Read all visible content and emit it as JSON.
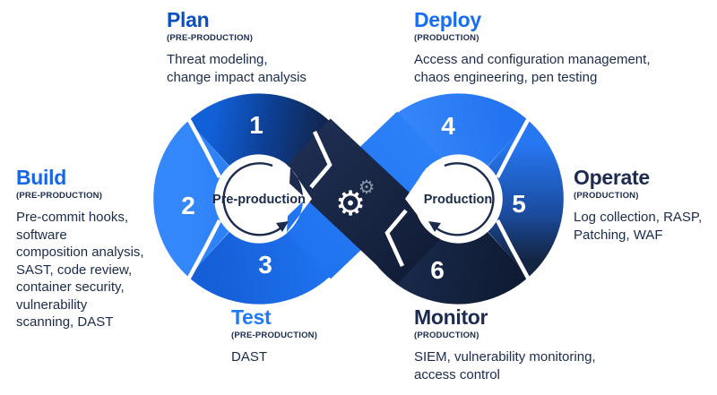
{
  "diagram": {
    "left_center_label": "Pre-production",
    "right_center_label": "Production",
    "gear_glyph": "⚙",
    "steps": [
      "1",
      "2",
      "3",
      "4",
      "5",
      "6"
    ],
    "colors": {
      "bright_blue": "#2E81F7",
      "mid_blue": "#1565E0",
      "dark_navy": "#14233F",
      "text_navy": "#1B2B4D",
      "heading_blue": "#176DF3",
      "gear_gray": "#8893A6"
    }
  },
  "phases": [
    {
      "id": "plan",
      "title": "Plan",
      "stage": "(PRE-PRODUCTION)",
      "items": "Threat modeling,\nchange impact analysis"
    },
    {
      "id": "build",
      "title": "Build",
      "stage": "(PRE-PRODUCTION)",
      "items": "Pre-commit hooks,\nsoftware\ncomposition analysis,\nSAST, code review,\ncontainer security,\nvulnerability\nscanning, DAST"
    },
    {
      "id": "test",
      "title": "Test",
      "stage": "(PRE-PRODUCTION)",
      "items": "DAST"
    },
    {
      "id": "deploy",
      "title": "Deploy",
      "stage": "(PRODUCTION)",
      "items": "Access and configuration management,\nchaos engineering, pen testing"
    },
    {
      "id": "operate",
      "title": "Operate",
      "stage": "(PRODUCTION)",
      "items": "Log collection, RASP,\nPatching, WAF"
    },
    {
      "id": "monitor",
      "title": "Monitor",
      "stage": "(PRODUCTION)",
      "items": "SIEM, vulnerability monitoring,\naccess control"
    }
  ]
}
